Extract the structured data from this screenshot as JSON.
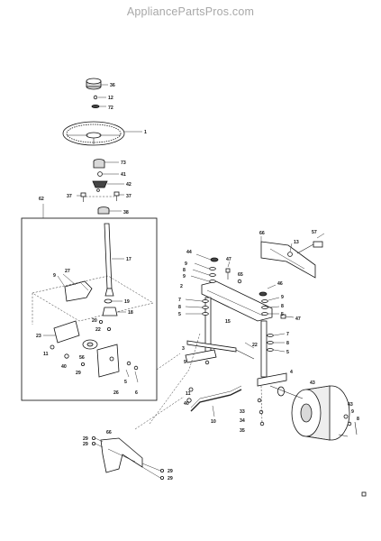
{
  "watermark": "AppliancePartsPros.com",
  "labels": {
    "l36": "36",
    "l12": "12",
    "l72": "72",
    "l1": "1",
    "l73": "73",
    "l41": "41",
    "l42": "42",
    "l37a": "37",
    "l37b": "37",
    "l38": "38",
    "l62": "62",
    "l17": "17",
    "l9a": "9",
    "l27": "27",
    "l19": "19",
    "l18": "18",
    "l20": "20",
    "l22a": "22",
    "l23": "23",
    "l11a": "11",
    "l40a": "40",
    "l56": "56",
    "l29": "29",
    "l26": "26",
    "l5a": "5",
    "l6": "6",
    "l66a": "66",
    "l13": "13",
    "l57": "57",
    "l44": "44",
    "l9b": "9",
    "l8a": "8",
    "l9c": "9",
    "l47a": "47",
    "l65": "65",
    "l2": "2",
    "l7a": "7",
    "l8b": "8",
    "l5b": "5",
    "l46": "46",
    "l9d": "9",
    "l8c": "8",
    "l5c": "5",
    "l15": "15",
    "l47b": "47",
    "l3": "3",
    "l9e": "9",
    "l22b": "22",
    "l7b": "7",
    "l8d": "8",
    "l5d": "5",
    "l4": "4",
    "l43a": "43",
    "l11b": "11",
    "l40b": "40",
    "l10": "10",
    "l33": "33",
    "l34": "34",
    "l35": "35",
    "l43b": "43",
    "l9f": "9",
    "l8e": "8",
    "l66b": "66",
    "l29b": "29",
    "l29c": "29",
    "l29d": "29",
    "l29e": "29"
  }
}
